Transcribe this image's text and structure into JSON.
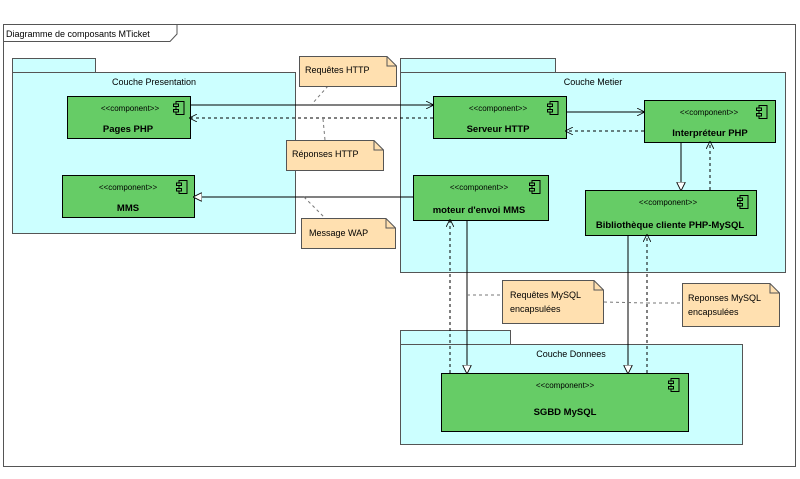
{
  "diagram": {
    "title": "Diagramme de composants MTicket",
    "colors": {
      "package_fill": "#ccffff",
      "component_fill": "#66cc66",
      "note_fill": "#ffe0b0",
      "line": "#000000"
    },
    "packages": {
      "presentation": "Couche Presentation",
      "metier": "Couche Metier",
      "donnees": "Couche Donnees"
    },
    "stereotype": "<<component>>",
    "components": {
      "pages_php": "Pages PHP",
      "mms": "MMS",
      "serveur_http": "Serveur HTTP",
      "interpreteur_php": "Interpréteur PHP",
      "moteur_mms": "moteur d'envoi MMS",
      "bibliotheque": "Bibliothèque cliente PHP-MySQL",
      "sgbd": "SGBD MySQL"
    },
    "notes": {
      "requetes_http": "Requêtes HTTP",
      "reponses_http": "Réponses HTTP",
      "message_wap": "Message WAP",
      "requetes_mysql_l1": "Requêtes MySQL",
      "requetes_mysql_l2": "encapsulées",
      "reponses_mysql_l1": "Reponses MySQL",
      "reponses_mysql_l2": "encapsulées"
    }
  }
}
